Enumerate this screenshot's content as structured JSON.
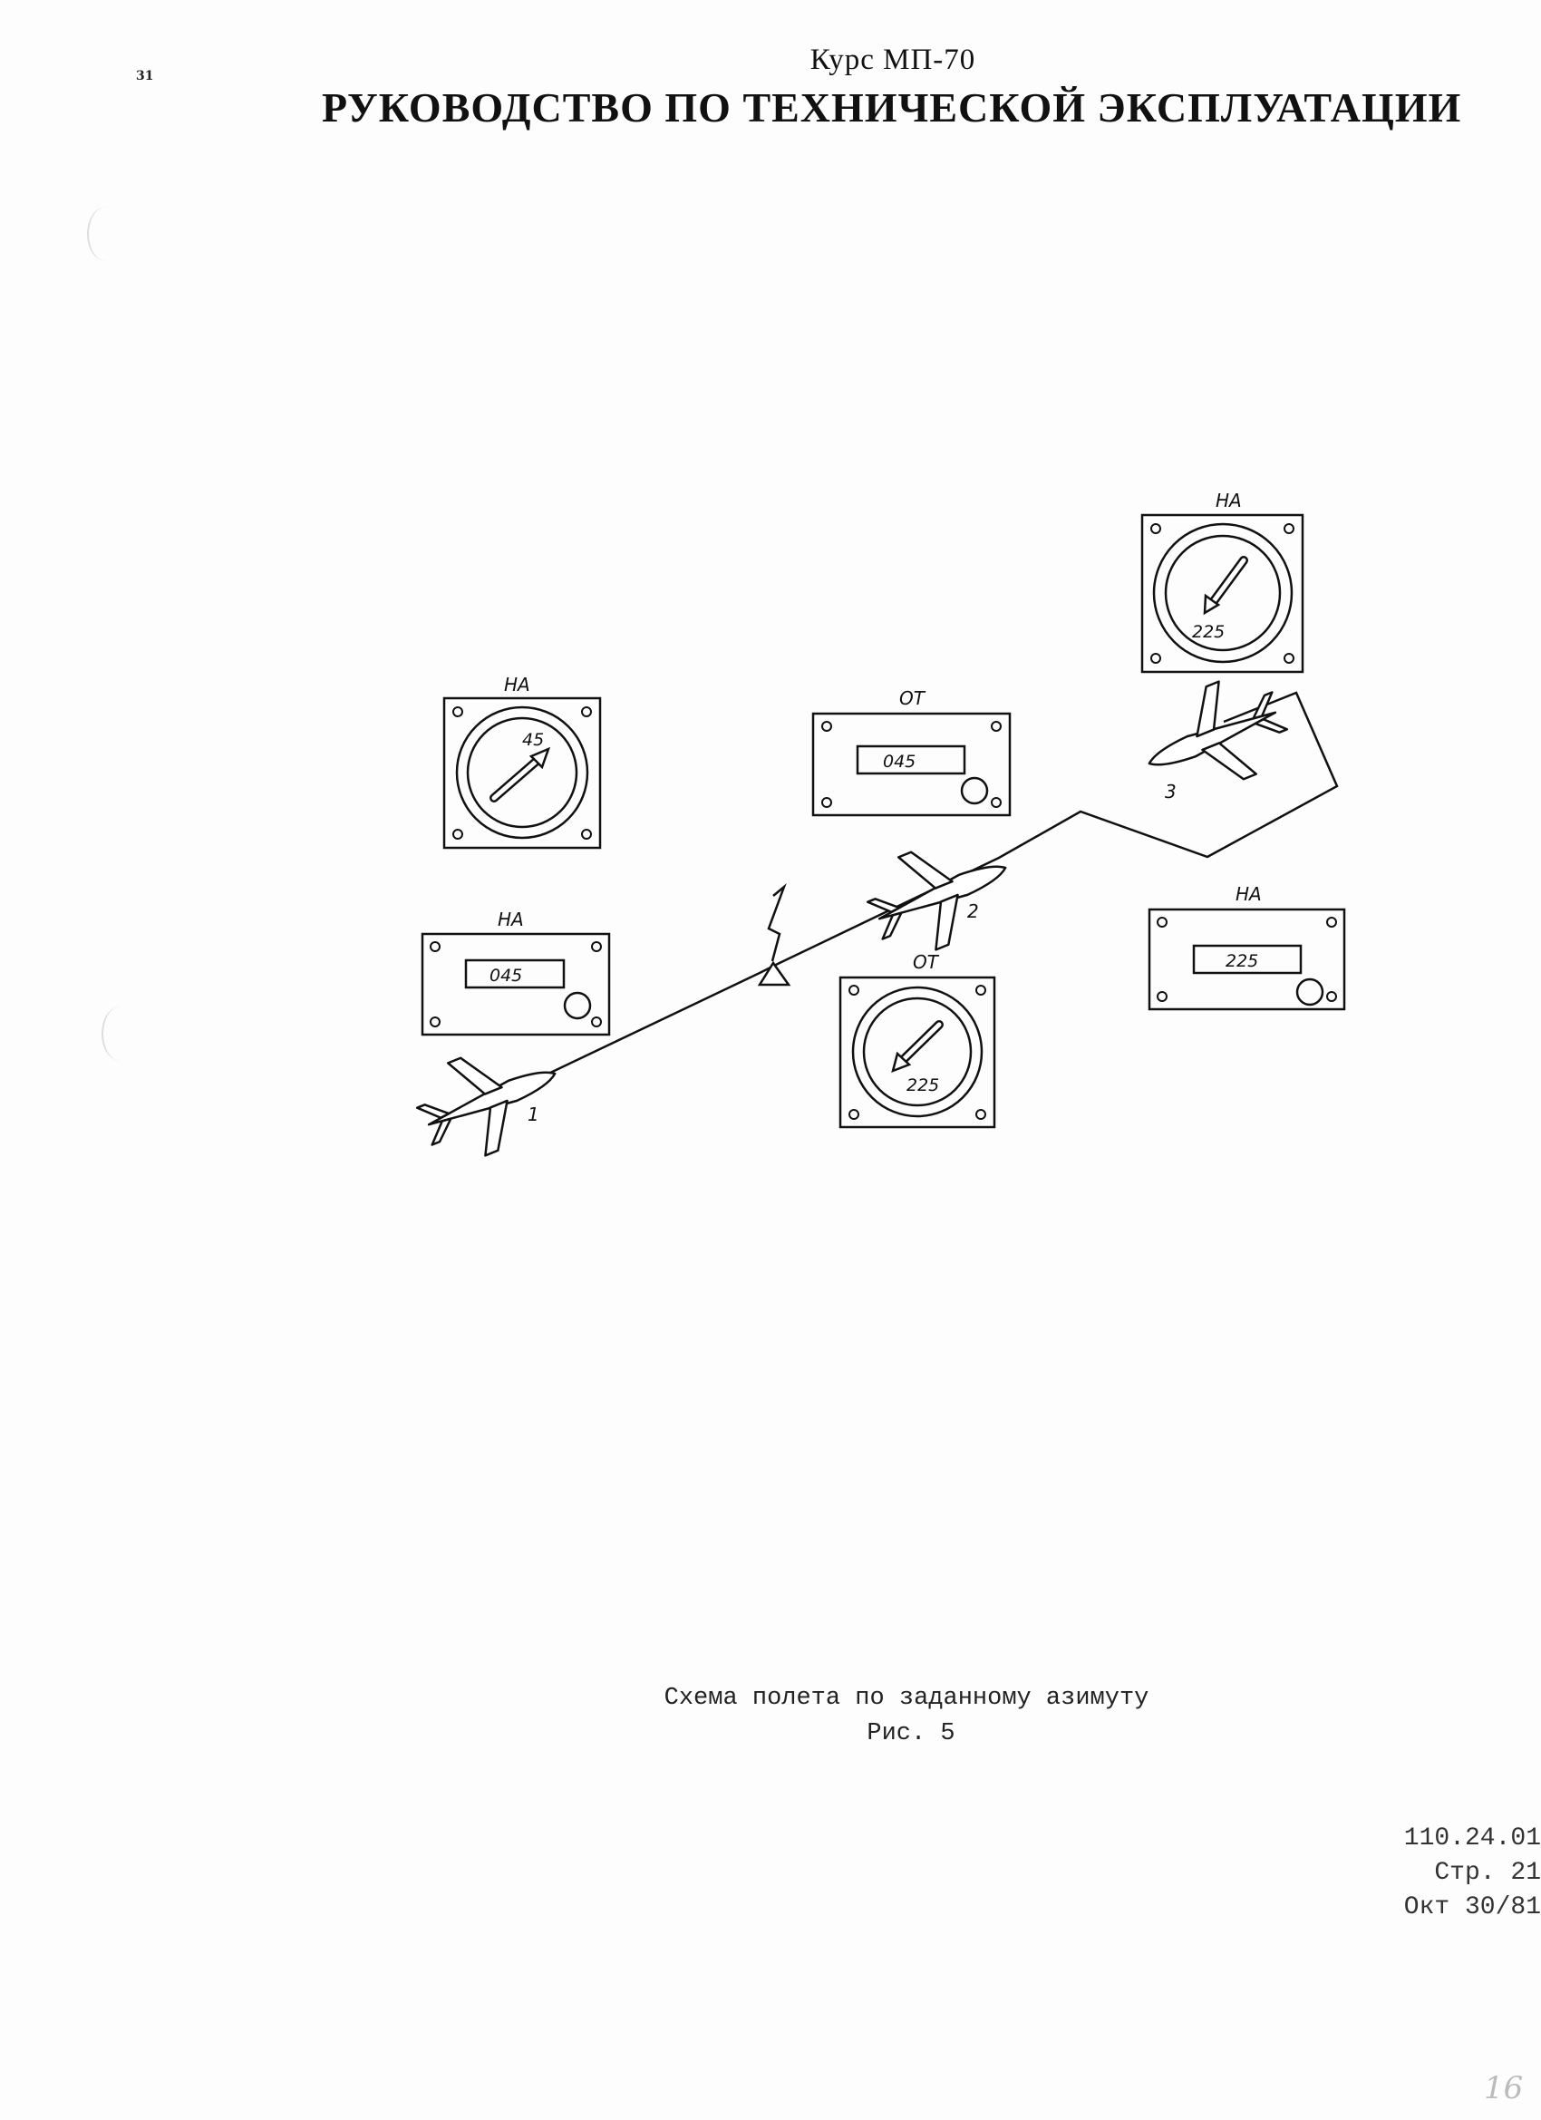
{
  "header": {
    "corner_number": "31",
    "course": "Курс МП-70",
    "title": "РУКОВОДСТВО ПО ТЕХНИЧЕСКОЙ ЭКСПЛУАТАЦИИ"
  },
  "diagram": {
    "instruments": [
      {
        "id": "i1",
        "type": "dial",
        "mode": "НА",
        "reading": "45"
      },
      {
        "id": "i2",
        "type": "selector",
        "mode": "НА",
        "reading": "045"
      },
      {
        "id": "i3",
        "type": "selector",
        "mode": "ОТ",
        "reading": "045"
      },
      {
        "id": "i4",
        "type": "dial",
        "mode": "ОТ",
        "reading": "225"
      },
      {
        "id": "i5",
        "type": "dial",
        "mode": "НА",
        "reading": "225"
      },
      {
        "id": "i6",
        "type": "selector",
        "mode": "НА",
        "reading": "225"
      }
    ],
    "aircraft": [
      {
        "id": "a1",
        "label": "1"
      },
      {
        "id": "a2",
        "label": "2"
      },
      {
        "id": "a3",
        "label": "3"
      }
    ]
  },
  "caption": {
    "line1": "Схема полета по заданному азимуту",
    "line2": "Рис. 5"
  },
  "footer": {
    "doc_number": "110.24.01",
    "page": "Стр. 21",
    "date": "Окт 30/81"
  },
  "signature": "16"
}
